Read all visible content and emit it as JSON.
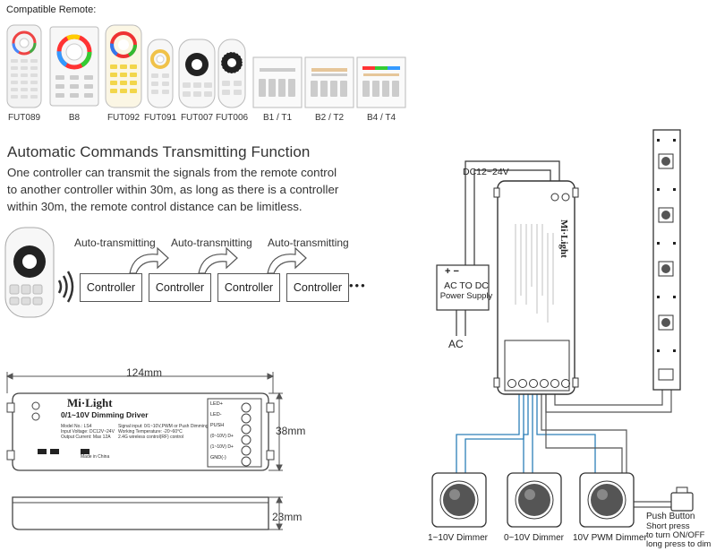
{
  "remotes": {
    "title": "Compatible Remote:",
    "items": [
      {
        "label": "FUT089"
      },
      {
        "label": "B8"
      },
      {
        "label": "FUT092"
      },
      {
        "label": "FUT091"
      },
      {
        "label": "FUT007"
      },
      {
        "label": "FUT006"
      },
      {
        "label": "B1 / T1"
      },
      {
        "label": "B2 / T2"
      },
      {
        "label": "B4 / T4"
      }
    ]
  },
  "section": {
    "title": "Automatic Commands Transmitting Function",
    "lines": [
      "One controller can transmit the signals from the remote control",
      "to another controller within 30m, as long as there is a controller",
      "within 30m, the remote control distance can be limitless."
    ]
  },
  "transmit": {
    "auto_label": "Auto-transmitting",
    "controller_label": "Controller",
    "ellipsis": "•••"
  },
  "dimensions": {
    "width": "124mm",
    "height": "38mm",
    "depth": "23mm"
  },
  "device": {
    "brand": "Mi·Light",
    "model": "0/1~10V Dimming Driver",
    "spec1": "Model No.: LS4",
    "spec2": "Input Voltage: DC12V~24V",
    "spec3": "Output Current: Max 12A",
    "spec4": "Signal input: 0/1~10V,PWM or Push Dimming",
    "spec5": "Working Temperature: -20~60°C",
    "spec6": "2.4G wireless control(RF) control",
    "made": "Made in China",
    "terminals": [
      "LED+",
      "LED-",
      "PUSH",
      "(0~10V) D+",
      "(1~10V) D+",
      "GND(-)"
    ]
  },
  "wiring": {
    "dc_label": "DC12~24V",
    "psu_line1": "AC TO DC",
    "psu_line2": "Power Supply",
    "ac_label": "AC",
    "plus_minus": "+ −",
    "dimmers": [
      "1~10V Dimmer",
      "0~10V Dimmer",
      "10V PWM Dimmer"
    ],
    "push_title": "Push Button",
    "push_line1": "Short press",
    "push_line2": "to turn ON/OFF",
    "push_line3": "long press to dim"
  }
}
